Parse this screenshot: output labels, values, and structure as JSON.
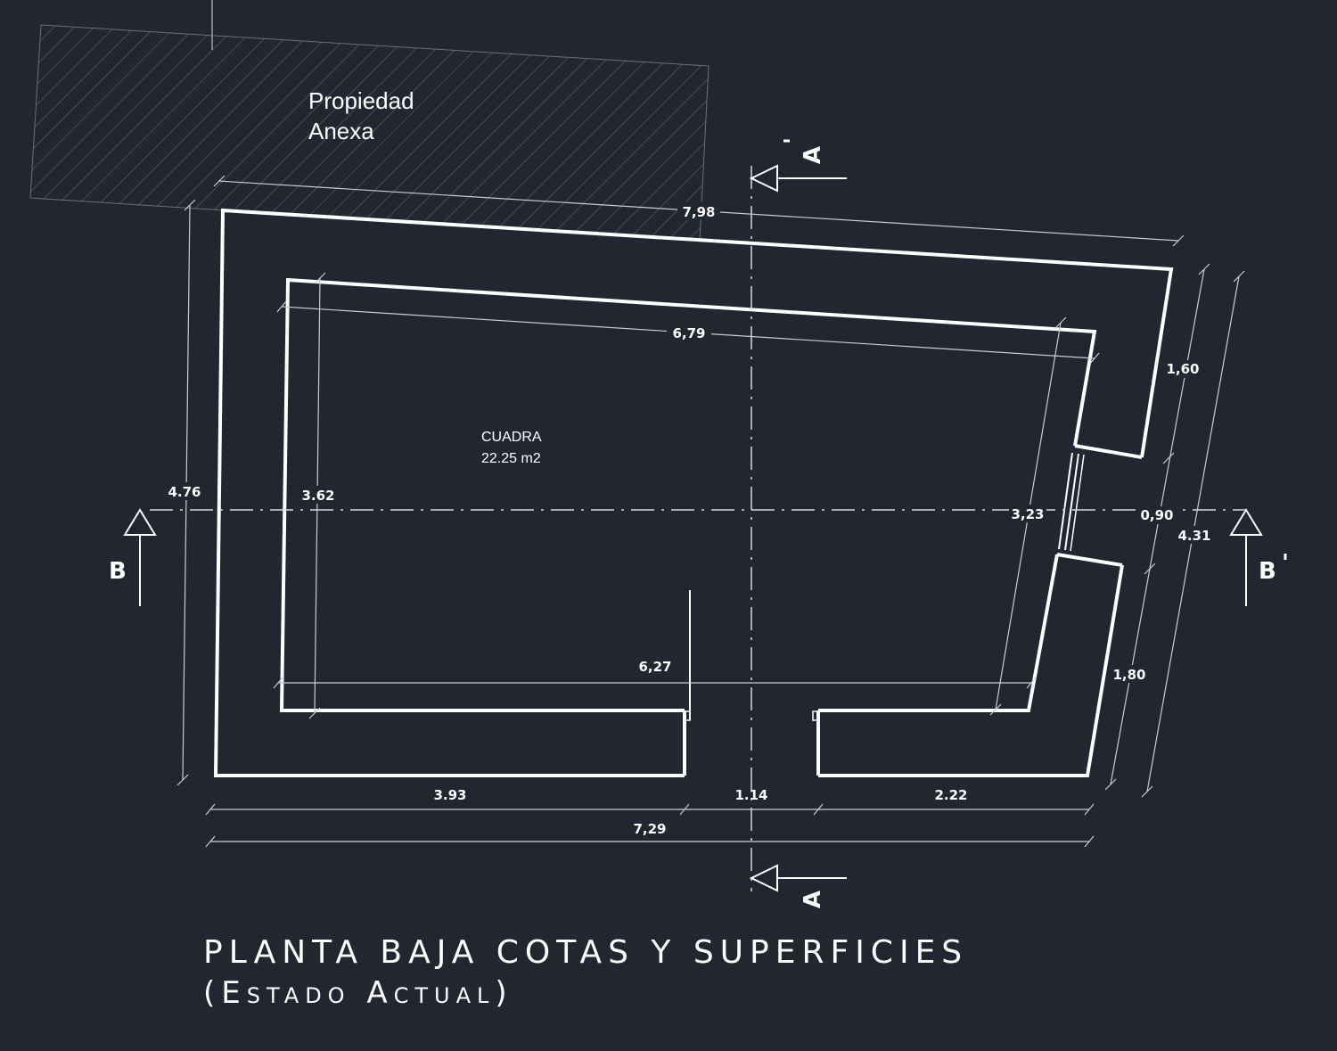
{
  "annex": {
    "line1": "Propiedad",
    "line2": "Anexa"
  },
  "room": {
    "name": "CUADRA",
    "area": "22.25 m2"
  },
  "dimensions": {
    "top_outer": "7,98",
    "top_inner": "6,79",
    "left_outer": "4.76",
    "left_inner": "3.62",
    "right_inner": "3,23",
    "right_upper": "1,60",
    "right_door": "0,90",
    "right_lower": "1,80",
    "right_total": "4.31",
    "inner_bottom": "6,27",
    "bottom_left": "3.93",
    "bottom_mid": "1.14",
    "bottom_right": "2.22",
    "bottom_total": "7,29"
  },
  "sections": {
    "a_top": "A",
    "a_top_mark": "'",
    "a_bottom": "A",
    "b_left": "B",
    "b_right": "B",
    "b_right_mark": "'"
  },
  "title": {
    "line1": "PLANTA BAJA COTAS Y SUPERFICIES",
    "line2": "(Estado Actual)"
  },
  "colors": {
    "background": "#212631",
    "lines": "#ffffff",
    "dim_lines": "#c9ccd1",
    "hatch": "#5a5f69"
  }
}
